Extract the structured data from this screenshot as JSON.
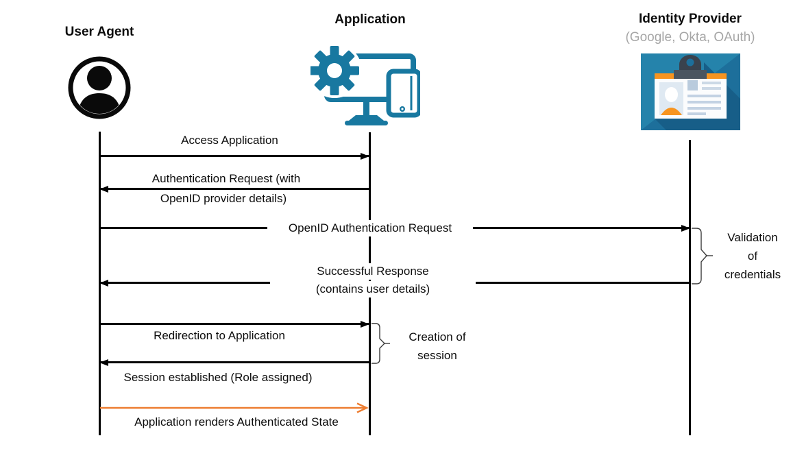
{
  "actors": [
    {
      "label": "User Agent",
      "sublabel": "",
      "icon": "user-icon"
    },
    {
      "label": "Application",
      "sublabel": "",
      "icon": "application-devices-icon"
    },
    {
      "label": "Identity Provider",
      "sublabel": "(Google, Okta, OAuth)",
      "icon": "id-card-icon"
    }
  ],
  "messages": [
    {
      "lines": [
        "Access Application"
      ],
      "from": "User Agent",
      "to": "Application",
      "direction": "right",
      "color": "#000000"
    },
    {
      "lines": [
        "Authentication Request (with",
        "OpenID provider details)"
      ],
      "from": "Application",
      "to": "User Agent",
      "direction": "left",
      "color": "#000000"
    },
    {
      "lines": [
        "OpenID Authentication Request"
      ],
      "from": "User Agent",
      "to": "Identity Provider",
      "direction": "right",
      "color": "#000000"
    },
    {
      "lines": [
        "Successful Response",
        "(contains user details)"
      ],
      "from": "Identity Provider",
      "to": "User Agent",
      "direction": "left",
      "color": "#000000"
    },
    {
      "lines": [
        "Redirection to Application"
      ],
      "from": "User Agent",
      "to": "Application",
      "direction": "right",
      "color": "#000000"
    },
    {
      "lines": [
        "Session established (Role assigned)"
      ],
      "from": "Application",
      "to": "User Agent",
      "direction": "left",
      "color": "#000000"
    },
    {
      "lines": [
        "Application renders Authenticated State"
      ],
      "from": "User Agent",
      "to": "Application",
      "direction": "right",
      "color": "#ED7D31"
    }
  ],
  "annotations": [
    {
      "lines": [
        "Validation",
        "of",
        "credentials"
      ],
      "attached_to": "Identity Provider"
    },
    {
      "lines": [
        "Creation of",
        "session"
      ],
      "attached_to": "Application"
    }
  ],
  "colors": {
    "arrow": "#000000",
    "highlight_arrow": "#ED7D31",
    "subtitle_gray": "#A6A6A6",
    "app_icon_teal": "#1878A0",
    "idp_bg_light": "#2583AB",
    "idp_bg_dark": "#1D6F9B",
    "idp_shadow": "#175E88",
    "idp_orange": "#F7941F"
  }
}
